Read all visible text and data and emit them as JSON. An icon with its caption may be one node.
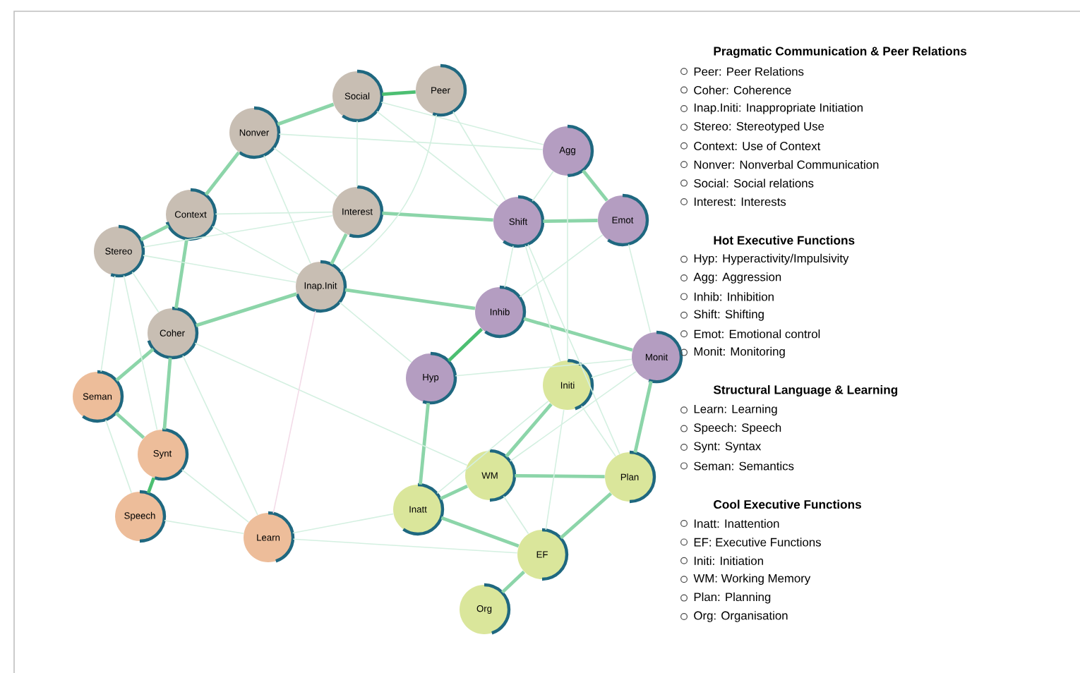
{
  "diagram": {
    "nodes": [
      {
        "text": [
          "Peer"
        ]
      },
      {
        "text": [
          "Social"
        ]
      },
      {
        "text": [
          "Nonver"
        ]
      },
      {
        "text": [
          "Agg"
        ]
      },
      {
        "text": [
          "Context"
        ]
      },
      {
        "text": [
          "Interest"
        ]
      },
      {
        "text": [
          "Emot"
        ]
      },
      {
        "text": [
          "Shift"
        ]
      },
      {
        "text": [
          "Stereo"
        ]
      },
      {
        "text": [
          "Inap.Init"
        ]
      },
      {
        "text": [
          "Inhib"
        ]
      },
      {
        "text": [
          "Coher"
        ]
      },
      {
        "text": [
          "Monit"
        ]
      },
      {
        "text": [
          "Hyp"
        ]
      },
      {
        "text": [
          "Initi"
        ]
      },
      {
        "text": [
          "Seman"
        ]
      },
      {
        "text": [
          "Synt"
        ]
      },
      {
        "text": [
          "WM"
        ]
      },
      {
        "text": [
          "Plan"
        ]
      },
      {
        "text": [
          "Inatt"
        ]
      },
      {
        "text": [
          "Speech"
        ]
      },
      {
        "text": [
          "Learn"
        ]
      },
      {
        "text": [
          "EF"
        ]
      },
      {
        "text": [
          "Org"
        ]
      }
    ],
    "edges": [
      {
        "from": 1,
        "to": 0,
        "arrow": "none",
        "style": "thick",
        "color": "#4cbf72"
      },
      {
        "from": 16,
        "to": 20,
        "arrow": "none",
        "style": "thick",
        "color": "#4cbf72"
      },
      {
        "from": 13,
        "to": 10,
        "arrow": "none",
        "style": "thick",
        "color": "#4cbf72"
      },
      {
        "from": 2,
        "to": 1,
        "arrow": "none",
        "style": "thick"
      },
      {
        "from": 2,
        "to": 4,
        "arrow": "none",
        "style": "thick"
      },
      {
        "from": 4,
        "to": 11,
        "arrow": "none",
        "style": "thick"
      },
      {
        "from": 5,
        "to": 9,
        "arrow": "none",
        "style": "thick"
      },
      {
        "from": 7,
        "to": 6,
        "arrow": "none",
        "style": "thick"
      },
      {
        "from": 3,
        "to": 6,
        "arrow": "none",
        "style": "thick"
      },
      {
        "from": 11,
        "to": 15,
        "arrow": "none",
        "style": "thick"
      },
      {
        "from": 15,
        "to": 16,
        "arrow": "none",
        "style": "thick"
      },
      {
        "from": 23,
        "to": 22,
        "arrow": "none",
        "style": "thick"
      },
      {
        "from": 22,
        "to": 18,
        "arrow": "none",
        "style": "thick"
      },
      {
        "from": 22,
        "to": 19,
        "arrow": "none",
        "style": "thick"
      },
      {
        "from": 19,
        "to": 17,
        "arrow": "none",
        "style": "thick"
      },
      {
        "from": 17,
        "to": 14,
        "arrow": "none",
        "style": "thick"
      },
      {
        "from": 17,
        "to": 18,
        "arrow": "none",
        "style": "thick"
      },
      {
        "from": 18,
        "to": 12,
        "arrow": "none",
        "style": "thick"
      },
      {
        "from": 13,
        "to": 19,
        "arrow": "none",
        "style": "thick"
      },
      {
        "from": 10,
        "to": 12,
        "arrow": "none",
        "style": "thick"
      },
      {
        "from": 10,
        "to": 9,
        "arrow": "none",
        "style": "thick"
      },
      {
        "from": 5,
        "to": 7,
        "arrow": "none",
        "style": "thick"
      },
      {
        "from": 11,
        "to": 16,
        "arrow": "none",
        "style": "thick"
      },
      {
        "from": 8,
        "to": 4,
        "arrow": "none",
        "style": "thick"
      },
      {
        "from": 11,
        "to": 9,
        "arrow": "none",
        "style": "thick"
      },
      {
        "from": 8,
        "to": 9,
        "arrow": "none"
      },
      {
        "from": 16,
        "to": 21,
        "arrow": "none"
      },
      {
        "from": 20,
        "to": 21,
        "arrow": "none"
      },
      {
        "from": 20,
        "to": 15,
        "arrow": "none"
      },
      {
        "from": 8,
        "to": 11,
        "arrow": "none"
      },
      {
        "from": 14,
        "to": 18,
        "arrow": "none"
      },
      {
        "from": 17,
        "to": 22,
        "arrow": "none"
      },
      {
        "from": 7,
        "to": 14,
        "arrow": "none"
      },
      {
        "from": 7,
        "to": 10,
        "arrow": "none"
      },
      {
        "from": 6,
        "to": 10,
        "arrow": "none"
      },
      {
        "from": 6,
        "to": 12,
        "arrow": "none"
      },
      {
        "from": 3,
        "to": 7,
        "arrow": "none"
      },
      {
        "from": 0,
        "to": 7,
        "arrow": "none"
      },
      {
        "from": 1,
        "to": 3,
        "arrow": "none"
      },
      {
        "from": 2,
        "to": 3,
        "arrow": "none"
      },
      {
        "from": 2,
        "to": 5,
        "arrow": "none"
      },
      {
        "from": 1,
        "to": 5,
        "arrow": "none"
      },
      {
        "from": 1,
        "to": 7,
        "arrow": "none"
      },
      {
        "from": 0,
        "to": 9,
        "arrow": "none"
      },
      {
        "from": 4,
        "to": 5,
        "arrow": "none"
      },
      {
        "from": 8,
        "to": 5,
        "arrow": "none"
      },
      {
        "from": 4,
        "to": 9,
        "arrow": "none"
      },
      {
        "from": 2,
        "to": 9,
        "arrow": "none"
      },
      {
        "from": 8,
        "to": 16,
        "arrow": "none"
      },
      {
        "from": 8,
        "to": 15,
        "arrow": "none"
      },
      {
        "from": 11,
        "to": 21,
        "arrow": "none"
      },
      {
        "from": 11,
        "to": 17,
        "arrow": "none"
      },
      {
        "from": 9,
        "to": 13,
        "arrow": "none"
      },
      {
        "from": 21,
        "to": 19,
        "arrow": "none"
      },
      {
        "from": 21,
        "to": 22,
        "arrow": "none"
      },
      {
        "from": 14,
        "to": 12,
        "arrow": "none"
      },
      {
        "from": 17,
        "to": 12,
        "arrow": "none"
      },
      {
        "from": 13,
        "to": 12,
        "arrow": "none"
      },
      {
        "from": 14,
        "to": 22,
        "arrow": "none"
      },
      {
        "from": 19,
        "to": 14,
        "arrow": "none"
      },
      {
        "from": 3,
        "to": 14,
        "arrow": "none"
      },
      {
        "from": 7,
        "to": 18,
        "arrow": "none"
      },
      {
        "from": 21,
        "to": 9,
        "arrow": "none",
        "color": "#f3dbe8"
      }
    ],
    "labels": [
      "Pragmatic Communication & Peer Relations",
      "Hot Executive Functions",
      "Structural Language & Learning",
      "Cool Executive Functions"
    ],
    "legend": [
      {
        "text": "Peer: Peer Relations"
      },
      {
        "text": "Coher: Coherence"
      },
      {
        "text": "Inap.Initi: Inappropriate Initiation"
      },
      {
        "text": "Stereo: Stereotyped Use"
      },
      {
        "text": "Context: Use of Context"
      },
      {
        "text": "Nonver: Nonverbal Communication"
      },
      {
        "text": "Social: Social relations"
      },
      {
        "text": "Interest: Interests"
      },
      {
        "text": "Hyp: Hyperactivity/Impulsivity"
      },
      {
        "text": "Agg: Aggression"
      },
      {
        "text": "Inhib: Inhibition"
      },
      {
        "text": "Shift: Shifting"
      },
      {
        "text": "Emot: Emotional control"
      },
      {
        "text": "Monit: Monitoring"
      },
      {
        "text": "Learn: Learning"
      },
      {
        "text": "Speech: Speech"
      },
      {
        "text": "Synt: Syntax"
      },
      {
        "text": "Seman: Semantics"
      },
      {
        "text": "Inatt: Inattention"
      },
      {
        "text": "EF: Executive Functions"
      },
      {
        "text": "Initi: Initiation"
      },
      {
        "text": "WM: Working Memory"
      },
      {
        "text": "Plan: Planning"
      },
      {
        "text": "Org: Organisation"
      }
    ]
  }
}
